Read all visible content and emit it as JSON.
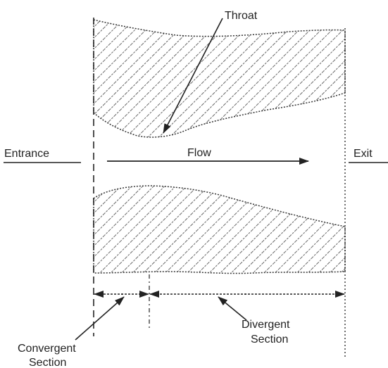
{
  "labels": {
    "throat": "Throat",
    "entrance": "Entrance",
    "flow": "Flow",
    "exit": "Exit",
    "divergent_line1": "Divergent",
    "divergent_line2": "Section",
    "convergent_line1": "Convergent",
    "convergent_line2": "Section"
  },
  "colors": {
    "ink": "#222222",
    "hatch": "#444444",
    "background": "#ffffff"
  }
}
